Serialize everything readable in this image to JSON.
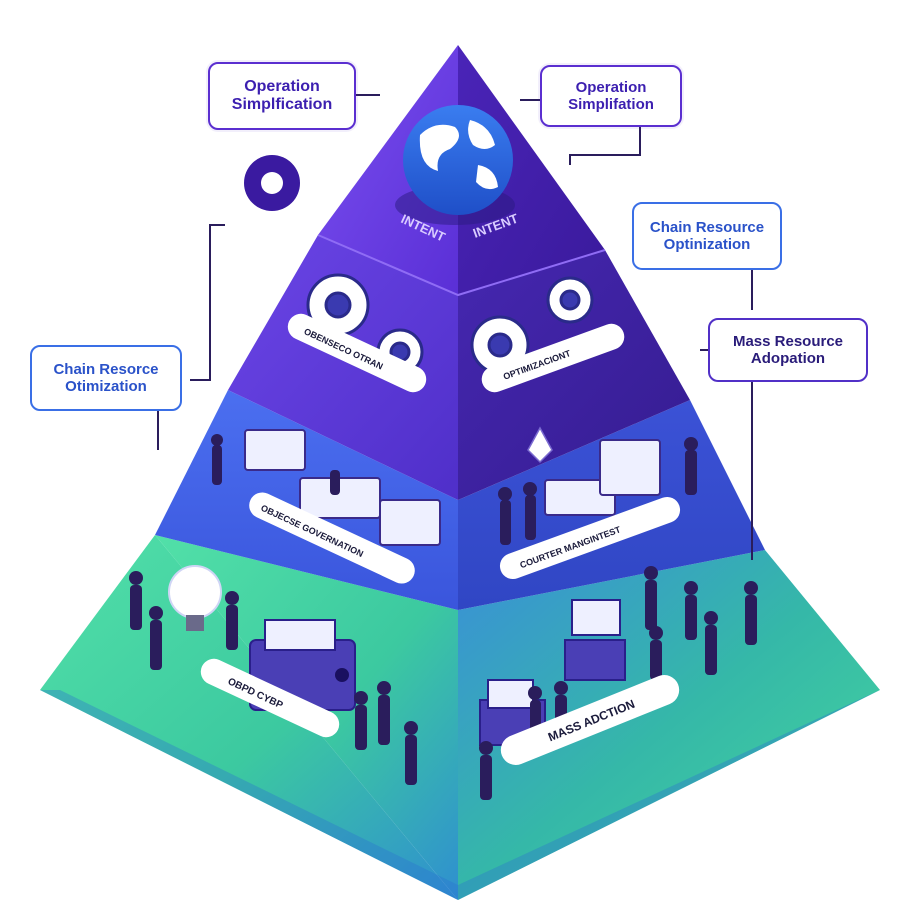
{
  "callouts": {
    "op_left_line1": "Operation",
    "op_left_line2": "Simplfication",
    "op_right_line1": "Operation",
    "op_right_line2": "Simplifation",
    "chain_right_line1": "Chain Resource",
    "chain_right_line2": "Optinization",
    "mass_line1": "Mass Resource",
    "mass_line2": "Adopation",
    "chain_left_line1": "Chain Resorce",
    "chain_left_line2": "Otimization"
  },
  "tiers": {
    "top_left_label": "INTENT",
    "top_right_label": "INTENT",
    "second_left_label": "OBENSECO OTRAN",
    "second_right_label": "OPTIMIZACIONT",
    "third_left_label": "OBJECSE GOVERNATION",
    "third_right_label": "COURTER MANGINTEST",
    "base_left_label": "OBPD CYBP",
    "base_right_label": "MASS ADCTION"
  },
  "colors": {
    "tier1": "#5a2fd6",
    "tier2": "#4a2bc4",
    "tier3": "#3f5fe0",
    "tier4": "#3ecf9a",
    "accent": "#5b2fd0"
  }
}
